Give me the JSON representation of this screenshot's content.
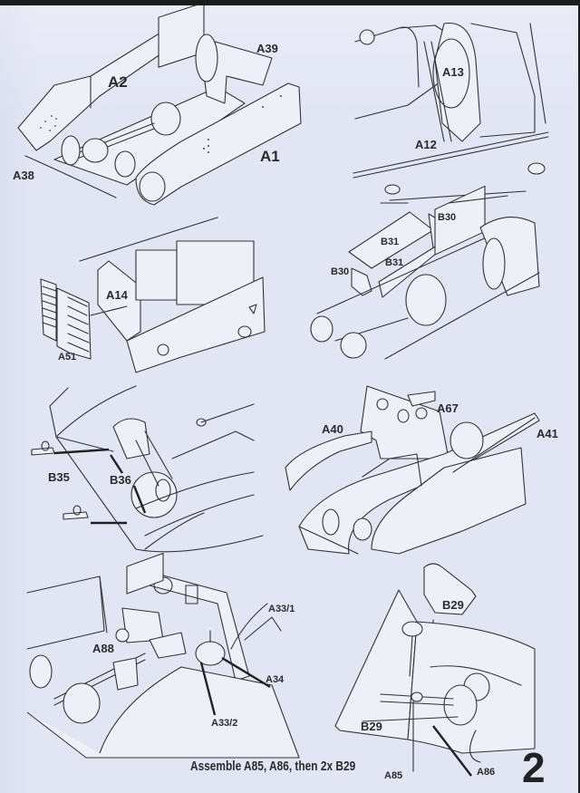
{
  "document": {
    "type": "assembly-instruction-sheet",
    "step_number": "2",
    "caption": "Assemble A85, A86, then 2x B29"
  },
  "panels": [
    {
      "id": "panel-1",
      "labels": [
        "A2",
        "A39",
        "A1",
        "A38"
      ]
    },
    {
      "id": "panel-2",
      "labels": [
        "A13",
        "A12"
      ]
    },
    {
      "id": "panel-3",
      "labels": [
        "A14",
        "A51"
      ]
    },
    {
      "id": "panel-4",
      "labels": [
        "B30",
        "B31",
        "B31",
        "B30"
      ]
    },
    {
      "id": "panel-5",
      "labels": [
        "B35",
        "B36"
      ]
    },
    {
      "id": "panel-6",
      "labels": [
        "A67",
        "A40",
        "A41"
      ]
    },
    {
      "id": "panel-7",
      "labels": [
        "A33/1",
        "A88",
        "A34",
        "A33/2"
      ]
    },
    {
      "id": "panel-8",
      "labels": [
        "B29",
        "B29",
        "A85",
        "A86"
      ]
    }
  ],
  "colors": {
    "paper": "#e2e5f4",
    "ink": "#2b2b2b",
    "scan_border": "#1c1c1c"
  }
}
